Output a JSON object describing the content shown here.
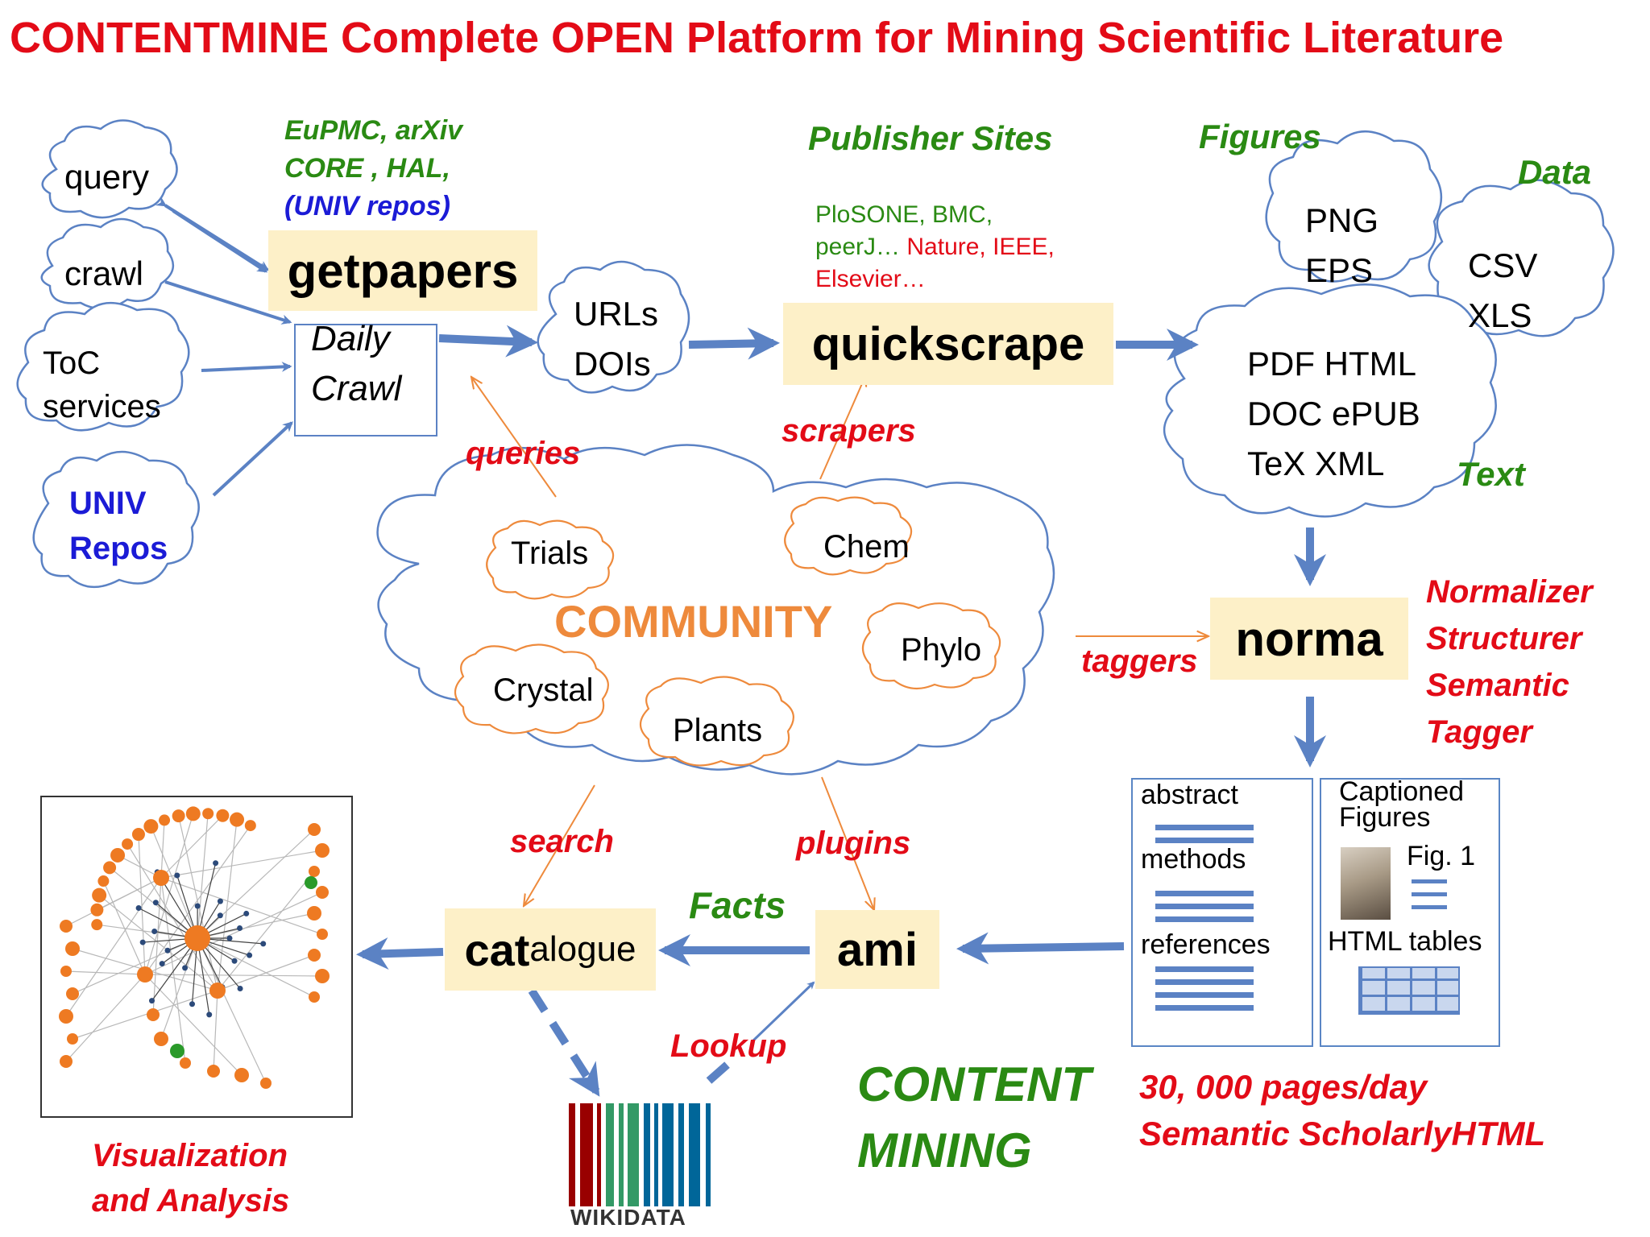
{
  "title": "CONTENTMINE Complete OPEN Platform for Mining Scientific Literature",
  "sources": {
    "query": "query",
    "crawl": "crawl",
    "toc_line1": "ToC",
    "toc_line2": "services",
    "univ_line1": "UNIV",
    "univ_line2": "Repos"
  },
  "repositories": {
    "line1": "EuPMC, arXiv",
    "line2": "CORE , HAL,",
    "line3": "(UNIV repos)"
  },
  "getpapers": {
    "label": "getpapers"
  },
  "daily_crawl": {
    "line1": "Daily",
    "line2": "Crawl"
  },
  "ids": {
    "line1": "URLs",
    "line2": "DOIs"
  },
  "publisher": {
    "heading": "Publisher Sites",
    "line1": "PloSONE, BMC,",
    "line2_green": "peerJ…",
    "line2_red": " Nature, IEEE,",
    "line3": "Elsevier…"
  },
  "quickscrape": {
    "label": "quickscrape"
  },
  "formats": {
    "figures_heading": "Figures",
    "data_heading": "Data",
    "text_heading": "Text",
    "figure_line1": "PNG",
    "figure_line2": "EPS",
    "data_line1": "CSV",
    "data_line2": "XLS",
    "text_line1": "PDF HTML",
    "text_line2": "DOC ePUB",
    "text_line3": "TeX XML"
  },
  "edges": {
    "queries": "queries",
    "scrapers": "scrapers",
    "taggers": "taggers",
    "search": "search",
    "plugins": "plugins",
    "facts": "Facts",
    "lookup": "Lookup"
  },
  "community": {
    "label": "COMMUNITY",
    "trials": "Trials",
    "chem": "Chem",
    "phylo": "Phylo",
    "crystal": "Crystal",
    "plants": "Plants"
  },
  "norma": {
    "label": "norma",
    "roles": [
      "Normalizer",
      "Structurer",
      "Semantic",
      "Tagger"
    ]
  },
  "scholarly_doc": {
    "abstract": "abstract",
    "methods": "methods",
    "references": "references",
    "captioned_line1": "Captioned",
    "captioned_line2": "Figures",
    "fig": "Fig. 1",
    "html_tables": "HTML tables"
  },
  "ami": {
    "label": "ami"
  },
  "catalogue": {
    "bold": "cat",
    "rest": "alogue"
  },
  "visualization": {
    "line1": "Visualization",
    "line2": "and Analysis"
  },
  "wikidata": {
    "label": "WIKIDATA"
  },
  "content_mining": {
    "line1": "CONTENT",
    "line2": "MINING"
  },
  "throughput": {
    "line1": "30, 000 pages/day",
    "line2": "Semantic ScholarlyHTML"
  },
  "colors": {
    "title_red": "#e30b17",
    "label_green": "#2a8a13",
    "repo_blue": "#1b1bd6",
    "arrow_blue": "#5b82c4",
    "orange": "#ee8a3c",
    "tool_box": "#fdf0c8"
  }
}
